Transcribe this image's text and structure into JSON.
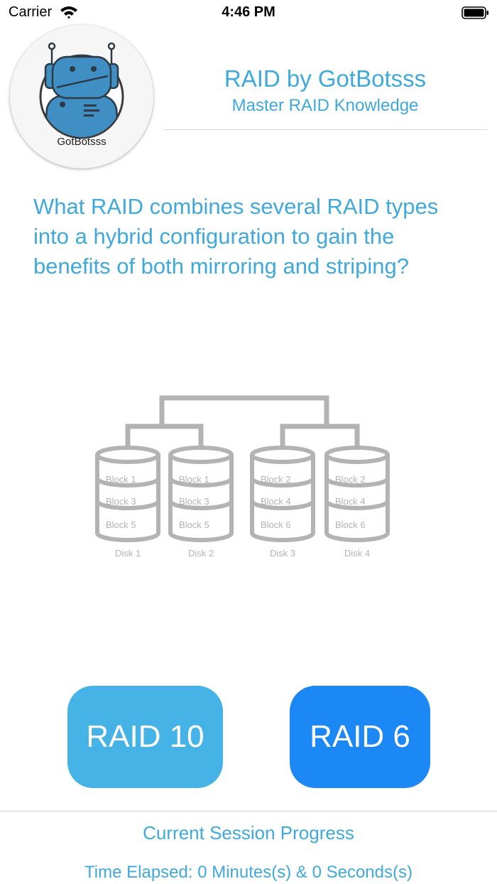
{
  "status_bar": {
    "carrier": "Carrier",
    "time": "4:46 PM",
    "wifi_icon": "wifi-icon",
    "battery_icon": "battery-icon"
  },
  "header": {
    "logo_text": "GotBotsss",
    "title": "RAID by GotBotsss",
    "subtitle": "Master RAID Knowledge"
  },
  "question": {
    "text": "What RAID combines several RAID types into a hybrid configuration to gain the benefits of both mirroring and striping?"
  },
  "diagram": {
    "disks": [
      {
        "label": "Disk 1",
        "blocks": [
          "Block 1",
          "Block 3",
          "Block 5"
        ]
      },
      {
        "label": "Disk 2",
        "blocks": [
          "Block 1",
          "Block 3",
          "Block 5"
        ]
      },
      {
        "label": "Disk 3",
        "blocks": [
          "Block 2",
          "Block 4",
          "Block 6"
        ]
      },
      {
        "label": "Disk 4",
        "blocks": [
          "Block 2",
          "Block 4",
          "Block 6"
        ]
      }
    ]
  },
  "answers": [
    {
      "label": "RAID 10",
      "color": "#46b3e6"
    },
    {
      "label": "RAID 6",
      "color": "#1b88f5"
    }
  ],
  "footer": {
    "progress_label": "Current Session Progress",
    "time_elapsed": "Time Elapsed: 0 Minutes(s) & 0 Seconds(s)"
  },
  "colors": {
    "accent": "#3fa9dd",
    "diagram_gray": "#b3b3b3"
  }
}
